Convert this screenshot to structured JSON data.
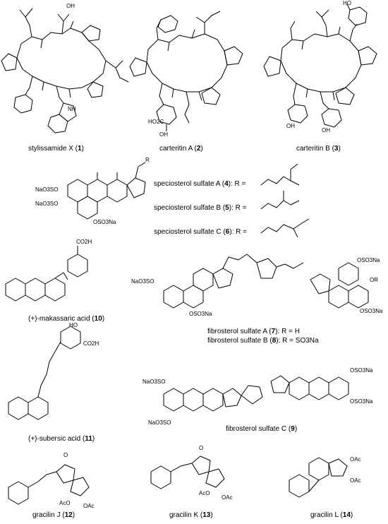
{
  "compounds": [
    {
      "name": "stylissamide X",
      "number": "1"
    },
    {
      "name": "carteritin A",
      "number": "2"
    },
    {
      "name": "carteritin B",
      "number": "3"
    },
    {
      "name": "speciosterol sulfate A",
      "number": "4",
      "suffix": ": R ="
    },
    {
      "name": "speciosterol sulfate B",
      "number": "5",
      "suffix": ": R ="
    },
    {
      "name": "speciosterol sulfate C",
      "number": "6",
      "suffix": ": R ="
    },
    {
      "name": "(+)-makassaric acid",
      "number": "10"
    },
    {
      "name": "fibrosterol sulfate A",
      "number": "7",
      "suffix": ": R = H"
    },
    {
      "name": "fibrosterol sulfate B",
      "number": "8",
      "suffix": ": R = SO3Na"
    },
    {
      "name": "(+)-subersic acid",
      "number": "11"
    },
    {
      "name": "fibrosterol sulfate C",
      "number": "9"
    },
    {
      "name": "gracilin J",
      "number": "12"
    },
    {
      "name": "gracilin K",
      "number": "13"
    },
    {
      "name": "gracilin L",
      "number": "14"
    }
  ],
  "groups": {
    "oh": "OH",
    "nh": "NH",
    "n": "N",
    "o": "O",
    "r": "R",
    "h": "H",
    "ho2c": "HO2C",
    "co2h": "CO2H",
    "ho": "HO",
    "naso3": "NaO3SO",
    "oso3na": "OSO3Na",
    "or": "OR",
    "oac": "OAc",
    "aco": "AcO"
  }
}
